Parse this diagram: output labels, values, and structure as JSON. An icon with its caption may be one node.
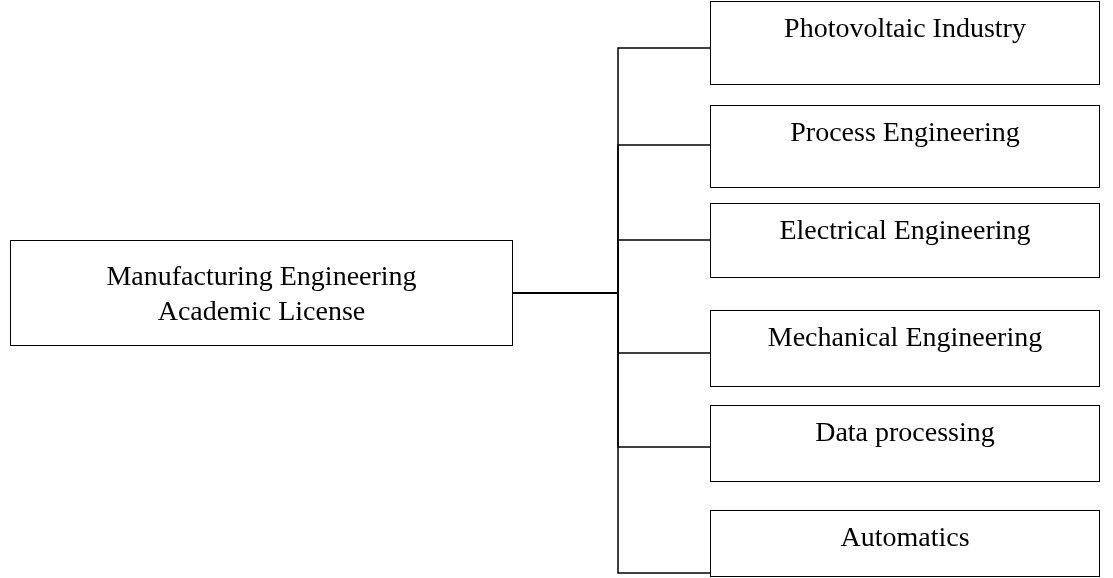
{
  "diagram": {
    "nodes": [
      {
        "text": [
          "Manufacturing Engineering Academic License"
        ]
      },
      {
        "text": [
          "Photovoltaic Industry"
        ]
      },
      {
        "text": [
          "Process Engineering"
        ]
      },
      {
        "text": [
          "Electrical Engineering"
        ]
      },
      {
        "text": [
          "Mechanical Engineering"
        ]
      },
      {
        "text": [
          "Data processing"
        ]
      },
      {
        "text": [
          "Automatics"
        ]
      }
    ],
    "edges": [
      {
        "from": 0,
        "to": 1,
        "arrow": "none"
      },
      {
        "from": 0,
        "to": 2,
        "arrow": "none"
      },
      {
        "from": 0,
        "to": 3,
        "arrow": "none"
      },
      {
        "from": 0,
        "to": 4,
        "arrow": "none"
      },
      {
        "from": 0,
        "to": 5,
        "arrow": "none"
      },
      {
        "from": 0,
        "to": 6,
        "arrow": "none"
      }
    ]
  }
}
